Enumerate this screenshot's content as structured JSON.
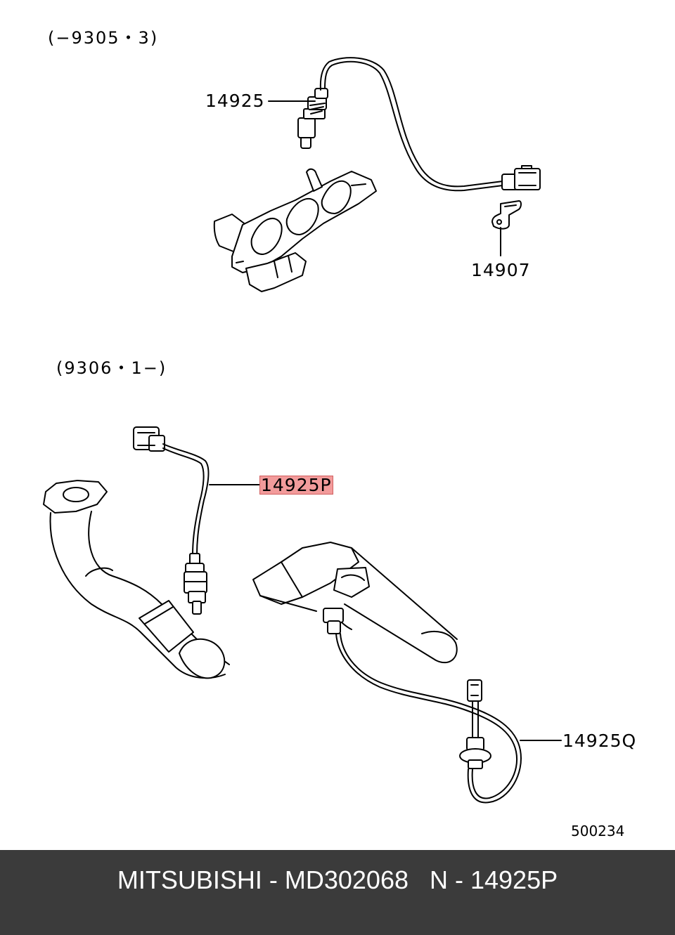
{
  "sections": {
    "top_range": "(−9305・3)",
    "bottom_range": "(9306・1−)"
  },
  "callouts": {
    "part_14925": "14925",
    "part_14907": "14907",
    "part_14925P": "14925P",
    "part_14925Q": "14925Q"
  },
  "diagram_code": "500234",
  "footer": {
    "text": "MITSUBISHI - MD302068   N - 14925P"
  },
  "colors": {
    "highlight": "#f29b9b",
    "footer_bg": "#3b3b3b",
    "footer_text": "#ffffff"
  }
}
